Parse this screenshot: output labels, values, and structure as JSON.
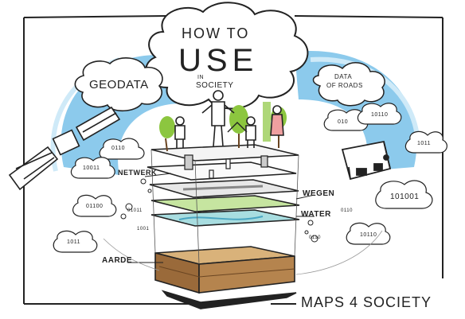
{
  "title": {
    "line1": "HOW TO",
    "line2": "USE",
    "small1": "IN",
    "small2": "SOCIETY"
  },
  "labels": {
    "geodata": "GEODATA",
    "data_roads_1": "DATA",
    "data_roads_2": "OF ROADS",
    "netwerk": "NETWERK",
    "wegen": "WEGEN",
    "water": "WATER",
    "aarde": "AARDE"
  },
  "binary": {
    "b1": "0110",
    "b2": "10011",
    "b3": "01100",
    "b4": "1011",
    "b5": "01011",
    "b6": "010",
    "b7": "10110",
    "b8": "1011",
    "b9": "101001",
    "b10": "0110",
    "b11": "10110",
    "b12": "0110",
    "b13": "1001"
  },
  "footer": {
    "brand": "MAPS 4 SOCIETY"
  },
  "colors": {
    "sky_blue": "#7fc4ea",
    "ink": "#222222",
    "grass_green": "#8cc63f",
    "water_teal": "#a8dde0",
    "earth_tan": "#d9b27a",
    "earth_brown": "#9a6a3a"
  }
}
